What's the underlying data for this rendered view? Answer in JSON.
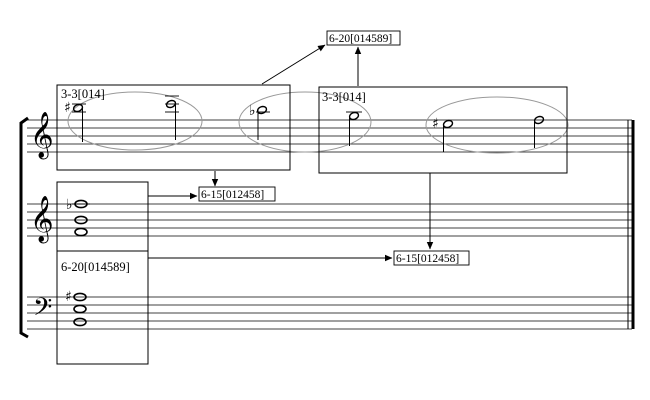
{
  "annotations": {
    "top_set": "6-20[014589]",
    "box_left_label": "3-3[014]",
    "box_right_label": "3-3[014]",
    "mid_set": "6-15[012458]",
    "lower_set": "6-15[012458]",
    "bass_box_label": "6-20[014589]"
  },
  "staves": [
    {
      "clef": "treble",
      "clef_glyph": "𝄞"
    },
    {
      "clef": "treble",
      "clef_glyph": "𝄞"
    },
    {
      "clef": "bass",
      "clef_glyph": "𝄢"
    }
  ],
  "accidentals": {
    "sharp": "♯",
    "flat": "♭"
  },
  "colors": {
    "ink": "#000000",
    "ellipse": "#999999"
  }
}
